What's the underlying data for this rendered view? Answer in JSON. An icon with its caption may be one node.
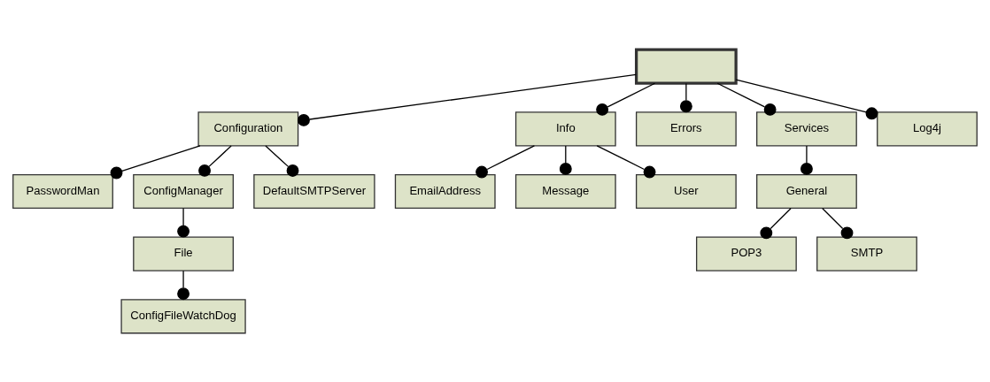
{
  "diagram": {
    "nodes": [
      {
        "text": [],
        "shape": "box"
      },
      {
        "text": [
          "Configuration"
        ]
      },
      {
        "text": [
          "PasswordMan"
        ]
      },
      {
        "text": [
          "ConfigManager"
        ]
      },
      {
        "text": [
          "DefaultSMTPServer"
        ]
      },
      {
        "text": [
          "File"
        ]
      },
      {
        "text": [
          "ConfigFileWatchDog"
        ]
      },
      {
        "text": [
          "Info"
        ]
      },
      {
        "text": [
          "EmailAddress"
        ]
      },
      {
        "text": [
          "Message"
        ]
      },
      {
        "text": [
          "User"
        ]
      },
      {
        "text": [
          "Errors"
        ]
      },
      {
        "text": [
          "Services"
        ]
      },
      {
        "text": [
          "General"
        ]
      },
      {
        "text": [
          "POP3"
        ]
      },
      {
        "text": [
          "SMTP"
        ]
      },
      {
        "text": [
          "Log4j"
        ]
      }
    ],
    "edges": [
      {
        "from": 0,
        "to": 1,
        "arrow": "other"
      },
      {
        "from": 0,
        "to": 7,
        "arrow": "other"
      },
      {
        "from": 0,
        "to": 11,
        "arrow": "other"
      },
      {
        "from": 0,
        "to": 12,
        "arrow": "other"
      },
      {
        "from": 0,
        "to": 16,
        "arrow": "other"
      },
      {
        "from": 1,
        "to": 2,
        "arrow": "other"
      },
      {
        "from": 1,
        "to": 3,
        "arrow": "other"
      },
      {
        "from": 1,
        "to": 4,
        "arrow": "other"
      },
      {
        "from": 3,
        "to": 5,
        "arrow": "other"
      },
      {
        "from": 5,
        "to": 6,
        "arrow": "other"
      },
      {
        "from": 7,
        "to": 8,
        "arrow": "other"
      },
      {
        "from": 7,
        "to": 9,
        "arrow": "other"
      },
      {
        "from": 7,
        "to": 10,
        "arrow": "other"
      },
      {
        "from": 12,
        "to": 13,
        "arrow": "other"
      },
      {
        "from": 13,
        "to": 14,
        "arrow": "other"
      },
      {
        "from": 13,
        "to": 15,
        "arrow": "other"
      }
    ]
  }
}
